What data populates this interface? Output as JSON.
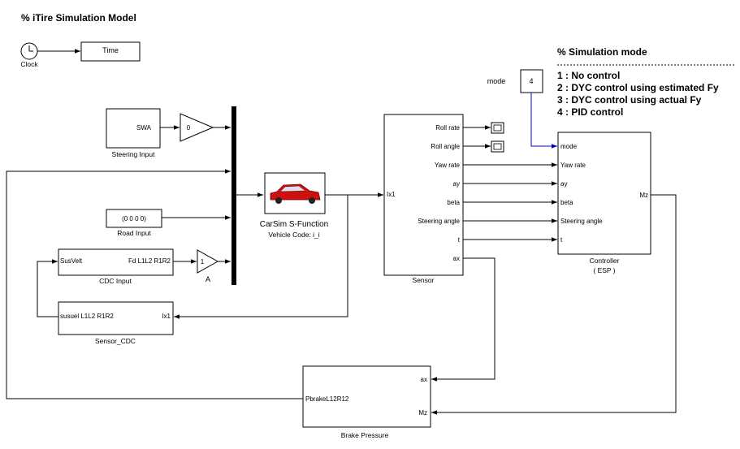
{
  "header": {
    "title": "% iTire Simulation Model",
    "mode_title": "% Simulation mode",
    "modes": [
      "1 : No control",
      "2 : DYC control using estimated Fy",
      "3 : DYC control using actual Fy",
      "4 : PID control"
    ]
  },
  "blocks": {
    "clock": {
      "label": "Clock"
    },
    "time": {
      "text": "Time"
    },
    "mode": {
      "label": "mode",
      "value": "4"
    },
    "steering": {
      "port_out": "SWA",
      "label": "Steering Input"
    },
    "gain0": {
      "value": "0"
    },
    "road": {
      "value": "(0 0 0 0)",
      "label": "Road Input"
    },
    "cdc": {
      "port_in": "SusVelt",
      "port_out": "Fd L1L2 R1R2",
      "label": "CDC Input"
    },
    "gainA": {
      "value": "1",
      "label": "A"
    },
    "sensor_cdc": {
      "port_in": "susuel L1L2 R1R2",
      "port_out": "Ix1",
      "label": "Sensor_CDC"
    },
    "carsim": {
      "title": "CarSim S-Function",
      "subtitle": "Vehicle Code: i_i"
    },
    "sensor": {
      "port_in": "Ix1",
      "outputs": [
        "Roll rate",
        "Roll angle",
        "Yaw rate",
        "ay",
        "beta",
        "Steering angle",
        "t",
        "ax"
      ],
      "label": "Sensor"
    },
    "controller": {
      "inputs": [
        "mode",
        "Yaw rate",
        "ay",
        "beta",
        "Steering angle",
        "t"
      ],
      "port_out": "Mz",
      "label": "Controller",
      "sublabel": "( ESP )"
    },
    "brake": {
      "port_out": "PbrakeL12R12",
      "inputs": [
        "ax",
        "Mz"
      ],
      "label": "Brake Pressure"
    }
  },
  "colors": {
    "car_body": "#cc1111",
    "mode_wire": "#0000cc"
  }
}
